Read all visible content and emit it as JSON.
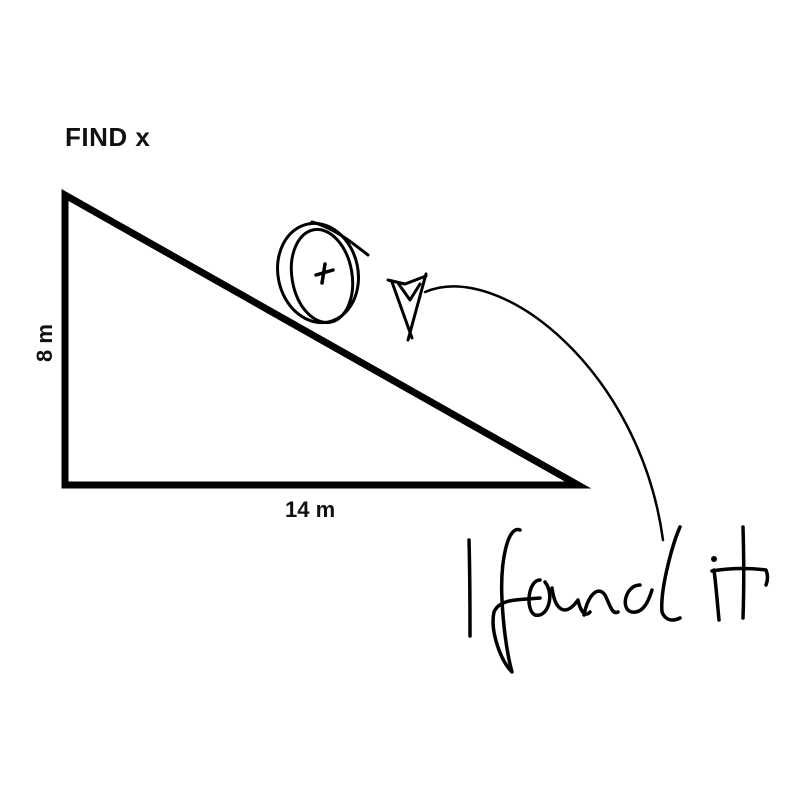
{
  "problem": {
    "title": "FIND x",
    "side_vertical_label": "8 m",
    "side_horizontal_label": "14 m",
    "circled_variable": "x"
  },
  "annotation": {
    "handwritten_text": "I found it",
    "arrow_target": "x"
  },
  "colors": {
    "stroke": "#000000",
    "background": "#ffffff"
  }
}
